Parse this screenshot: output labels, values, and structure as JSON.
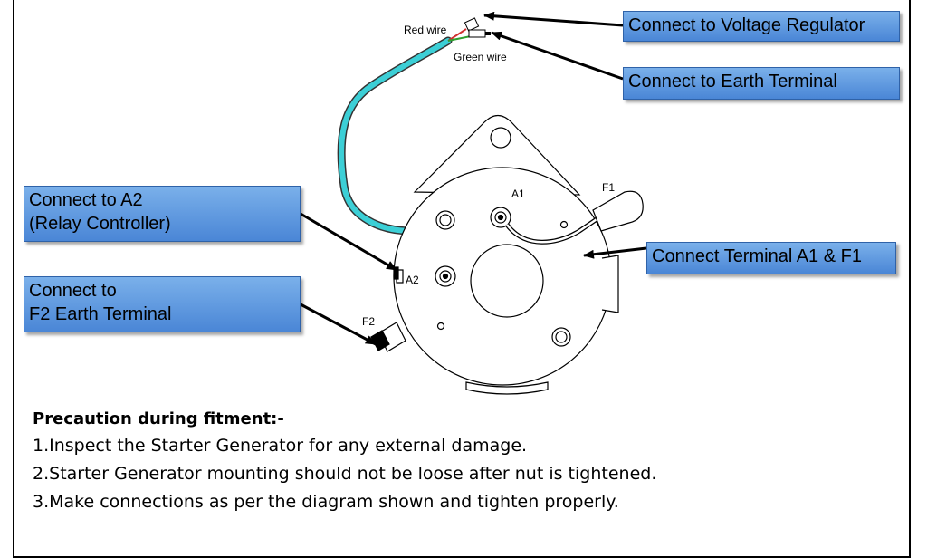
{
  "callouts": {
    "voltage_regulator": "Connect to Voltage Regulator",
    "earth_terminal": "Connect to Earth Terminal",
    "a2_line1": "Connect to A2",
    "a2_line2": "(Relay Controller)",
    "terminal_a1_f1": "Connect Terminal A1 & F1",
    "f2_line1": "Connect to",
    "f2_line2": "F2 Earth Terminal"
  },
  "labels": {
    "red_wire": "Red wire",
    "green_wire": "Green wire",
    "a1": "A1",
    "f1": "F1",
    "a2": "A2",
    "f2": "F2"
  },
  "precautions": {
    "heading": "Precaution during fitment:-",
    "steps": [
      "1.Inspect the Starter Generator for any external damage.",
      "2.Starter Generator mounting should not be loose after nut  is tightened.",
      "3.Make connections as per the diagram shown and tighten properly."
    ]
  }
}
